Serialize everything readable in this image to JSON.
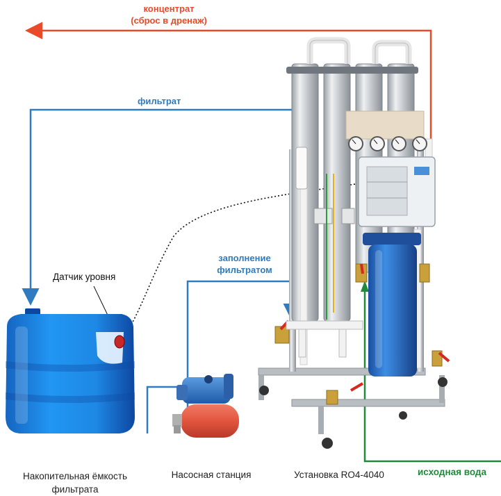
{
  "flows": {
    "concentrate": {
      "line1": "концентрат",
      "line2": "(сброс в дренаж)",
      "color": "#e84a2a"
    },
    "filtrate": {
      "label": "фильтрат",
      "color": "#2e7bc0"
    },
    "filling": {
      "line1": "заполнение",
      "line2": "фильтратом",
      "color": "#2e7bc0"
    },
    "source_water": {
      "label": "исходная вода",
      "color": "#1f8a3a"
    }
  },
  "sensor": {
    "label": "Датчик уровня"
  },
  "captions": {
    "tank": {
      "line1": "Накопительная ёмкость",
      "line2": "фильтрата"
    },
    "pump": {
      "label": "Насосная станция"
    },
    "unit": {
      "label": "Установка RO4-4040"
    }
  },
  "colors": {
    "tank": "#1e88d8",
    "pump_tank": "#e2553f",
    "pump_motor": "#2f74c8",
    "filter_housing": "#2f7fd6"
  },
  "icons": [
    "storage-tank",
    "level-sensor",
    "pump-station",
    "ro-unit",
    "pressure-gauge",
    "control-box",
    "flow-arrow"
  ]
}
